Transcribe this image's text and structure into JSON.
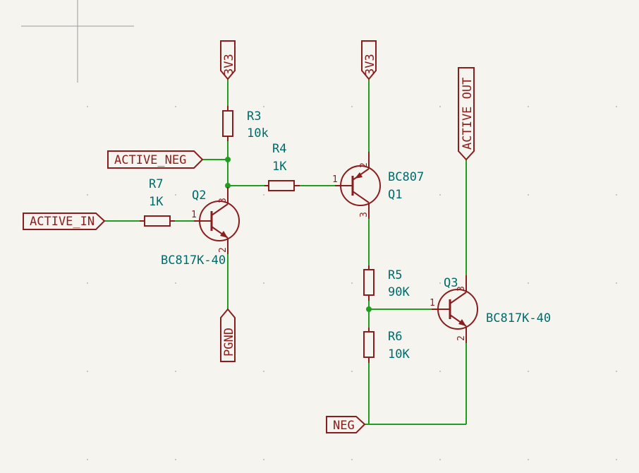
{
  "net_labels": {
    "vcc_left": "3V3",
    "vcc_right": "3V3",
    "active_neg": "ACTIVE_NEG",
    "active_in": "ACTIVE_IN",
    "pgnd": "PGND",
    "active_out": "ACTIVE_OUT",
    "neg": "NEG"
  },
  "components": {
    "r3": {
      "ref": "R3",
      "value": "10k"
    },
    "r4": {
      "ref": "R4",
      "value": "1K"
    },
    "r7": {
      "ref": "R7",
      "value": "1K"
    },
    "r5": {
      "ref": "R5",
      "value": "90K"
    },
    "r6": {
      "ref": "R6",
      "value": "10K"
    },
    "q1": {
      "ref": "Q1",
      "value": "BC807"
    },
    "q2": {
      "ref": "Q2",
      "value": "BC817K-40"
    },
    "q3": {
      "ref": "Q3",
      "value": "BC817K-40"
    }
  },
  "pins": {
    "q1_b": "1",
    "q1_e": "2",
    "q1_c": "3",
    "q2_b": "1",
    "q2_e": "2",
    "q2_c": "3",
    "q3_b": "1",
    "q3_e": "2",
    "q3_c": "3"
  },
  "colors": {
    "wire": "#1f9e1f",
    "symbol": "#8a1d1d",
    "reference_text": "#006b6b",
    "background": "#f5f4ef"
  }
}
